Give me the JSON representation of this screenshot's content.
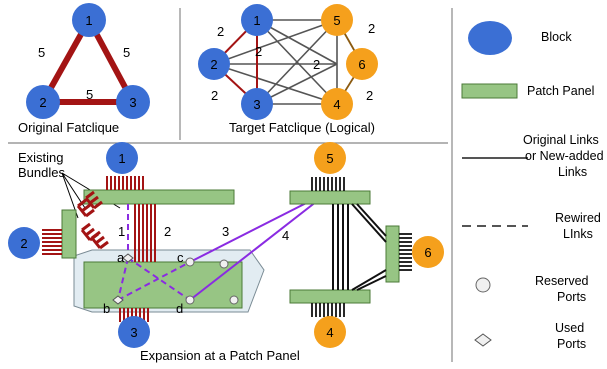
{
  "panels": {
    "original_fatclique": {
      "title": "Original Fatclique",
      "blocks": [
        "1",
        "2",
        "3"
      ],
      "edge_labels": {
        "e12": "5",
        "e13": "5",
        "e23": "5"
      }
    },
    "target_fatclique": {
      "title": "Target Fatclique (Logical)",
      "blocks": [
        "1",
        "2",
        "3",
        "5",
        "6",
        "4"
      ],
      "edge_labels": {
        "l1": "2",
        "l2": "2",
        "l3": "2",
        "r1": "2",
        "r2": "2",
        "r3": "2"
      }
    },
    "expansion": {
      "title": "Expansion at a Patch Panel",
      "existing_bundles_label": [
        "Existing",
        "Bundles"
      ],
      "blocks": [
        "1",
        "2",
        "3",
        "5",
        "6",
        "4"
      ],
      "link_labels": [
        "1",
        "2",
        "3",
        "4"
      ],
      "port_labels": [
        "a",
        "b",
        "c",
        "d"
      ]
    }
  },
  "legend": {
    "items": [
      {
        "name": "block",
        "label": [
          "Block"
        ]
      },
      {
        "name": "patch-panel",
        "label": [
          "Patch Panel"
        ]
      },
      {
        "name": "original-links",
        "label": [
          "Original Links",
          "or New-added",
          "Links"
        ]
      },
      {
        "name": "rewired-links",
        "label": [
          "Rewired",
          "LInks"
        ]
      },
      {
        "name": "reserved-ports",
        "label": [
          "Reserved",
          "Ports"
        ]
      },
      {
        "name": "used-ports",
        "label": [
          "Used",
          "Ports"
        ]
      }
    ]
  },
  "colors": {
    "block_blue": "#3b6fd4",
    "block_orange": "#f5a01c",
    "patch_panel_green": "#97c584",
    "original_link_red": "#a31414",
    "rewired_purple": "#8a2be2",
    "gray_line": "#555555"
  }
}
